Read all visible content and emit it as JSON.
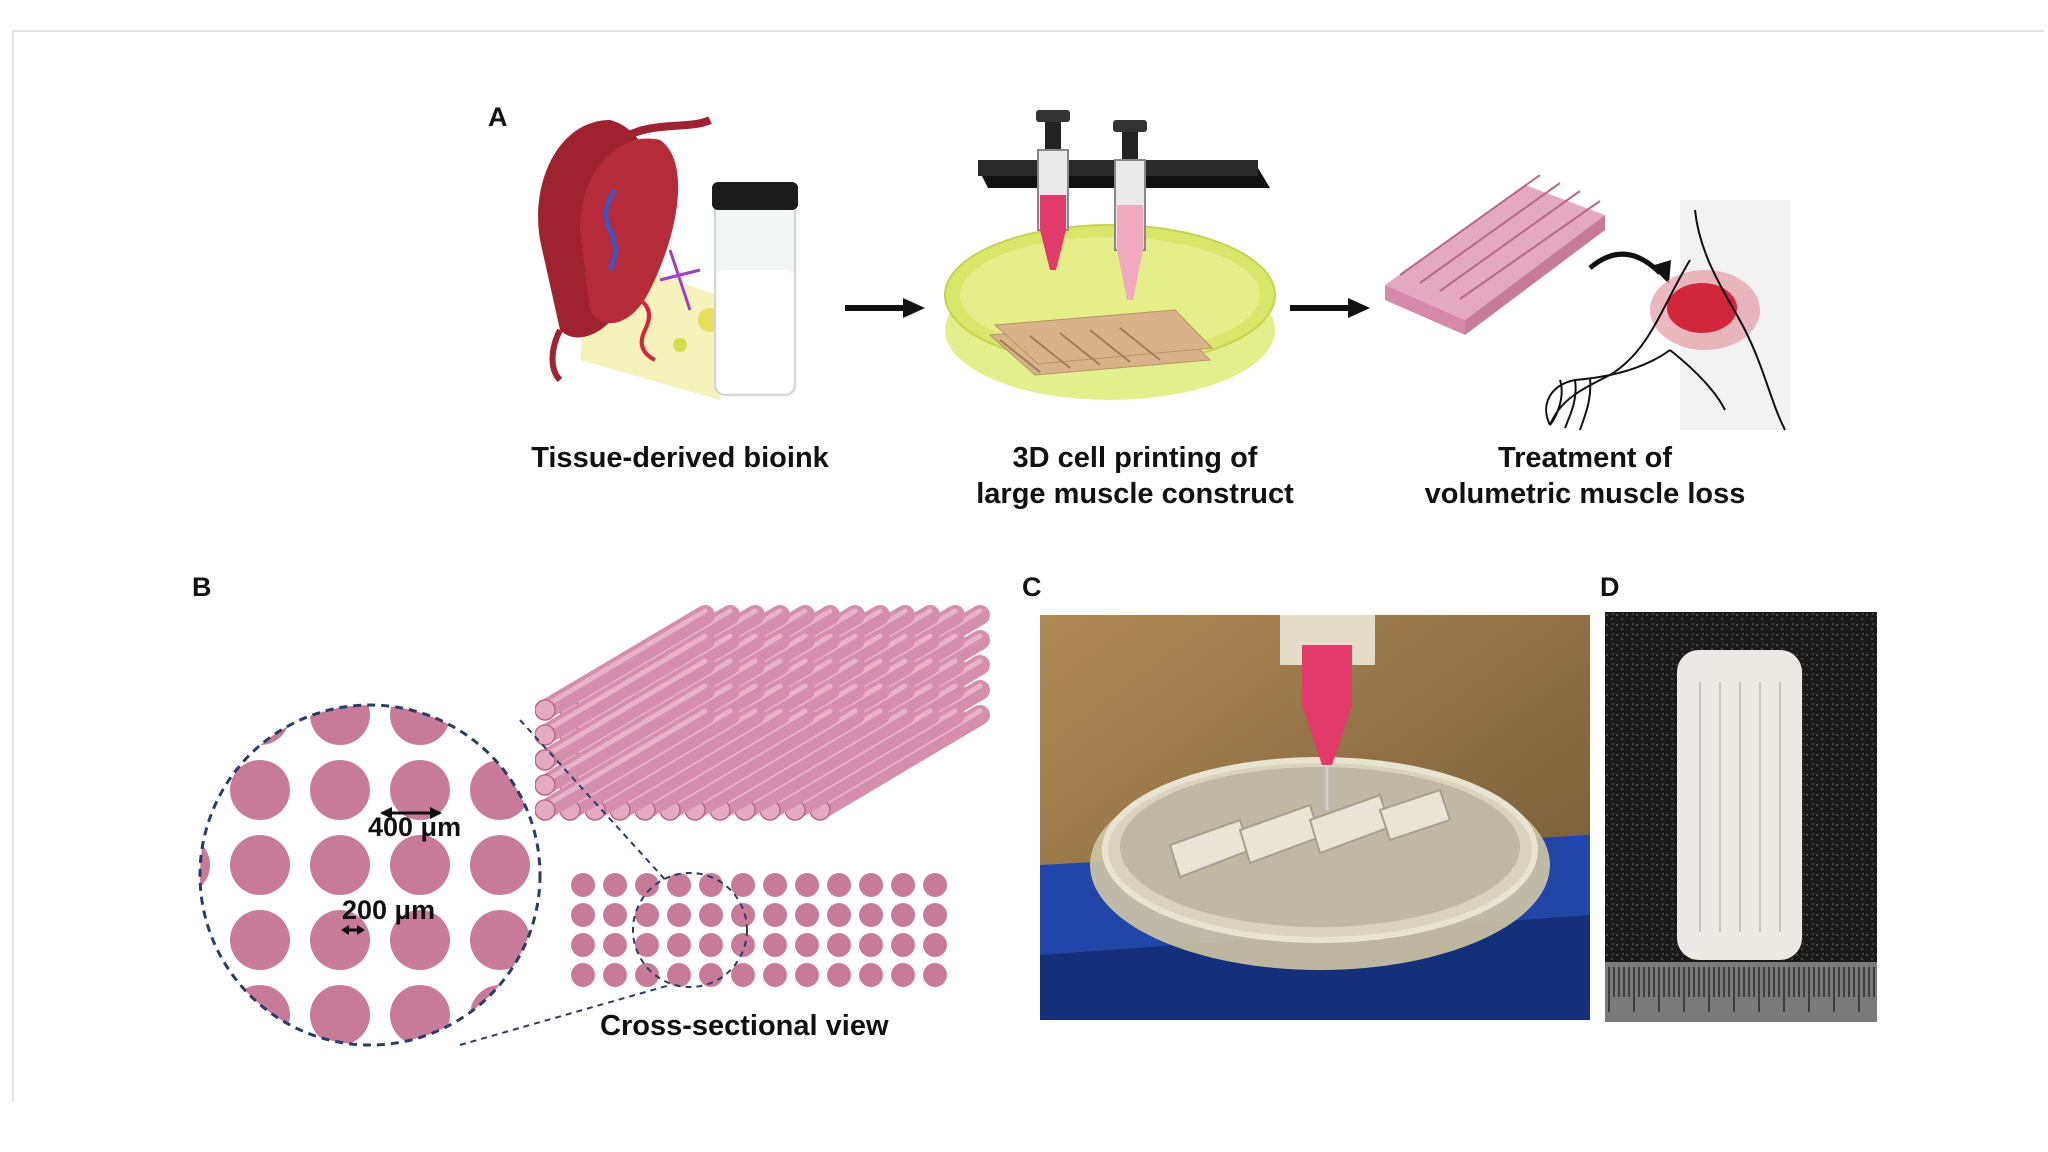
{
  "figure": {
    "panels": {
      "a": {
        "letter": "A"
      },
      "b": {
        "letter": "B"
      },
      "c": {
        "letter": "C"
      },
      "d": {
        "letter": "D"
      }
    },
    "steps": [
      {
        "label": "Tissue-derived bioink"
      },
      {
        "line1": "3D cell printing of",
        "line2": "large muscle construct"
      },
      {
        "line1": "Treatment of",
        "line2": "volumetric muscle loss"
      }
    ],
    "annotations": {
      "fiber_diameter": "400 μm",
      "fiber_spacing": "200 μm",
      "cross_section": "Cross-sectional view"
    },
    "colors": {
      "muscle_red": "#9e2230",
      "fiber_pink": "#c77b98",
      "bioink_pink": "#e23a6b",
      "medium_yellow": "#d8e66a",
      "print_blue": "#2146a8"
    }
  }
}
